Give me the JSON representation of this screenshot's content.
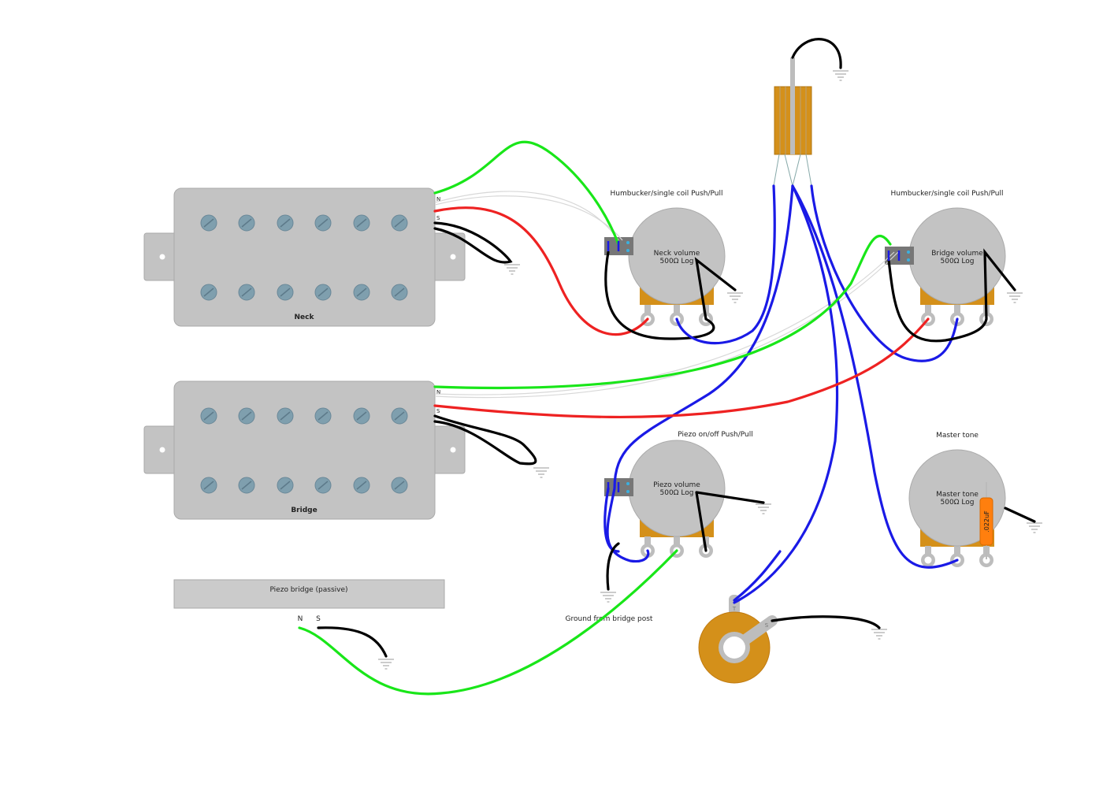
{
  "pickups": {
    "neck": {
      "label": "Neck",
      "north": "N",
      "south": "S"
    },
    "bridge": {
      "label": "Bridge",
      "north": "N",
      "south": "S"
    }
  },
  "piezo": {
    "label": "Piezo bridge (passive)",
    "north": "N",
    "south": "S",
    "ground_note": "Ground from bridge post"
  },
  "pots": {
    "neck": {
      "title": "Humbucker/single coil Push/Pull",
      "name": "Neck volume",
      "value": "500Ω Log"
    },
    "bridge": {
      "title": "Humbucker/single coil Push/Pull",
      "name": "Bridge volume",
      "value": "500Ω Log"
    },
    "piezo": {
      "title": "Piezo on/off Push/Pull",
      "name": "Piezo volume",
      "value": "500Ω Log"
    },
    "tone": {
      "title": "Master tone",
      "name": "Master tone",
      "value": "500Ω Log",
      "capacitor": ".022uF"
    }
  },
  "jack": {
    "tip": "T",
    "sleeve": "S"
  },
  "colors": {
    "hot": "#19e619",
    "red": "#ee2222",
    "blue": "#1a1ae6",
    "ground": "#000000",
    "pot_case": "#d4901a",
    "pole": "#7f9fae"
  }
}
